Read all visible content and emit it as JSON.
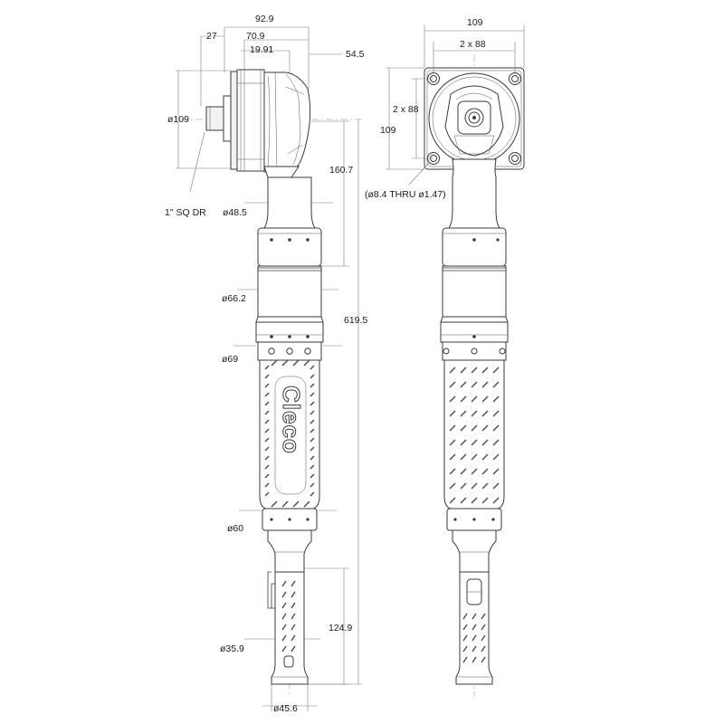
{
  "side_view": {
    "dim_92_9": "92.9",
    "dim_27": "27",
    "dim_70_9": "70.9",
    "dim_19_91": "19.91",
    "dim_54_5": "54.5",
    "dim_d109": "ø109",
    "drive_label": "1\" SQ DR",
    "dim_d48_5": "ø48.5",
    "dim_160_7": "160.7",
    "dim_d66_2": "ø66.2",
    "dim_619_5": "619.5",
    "dim_d69": "ø69",
    "dim_d60": "ø60",
    "dim_124_9": "124.9",
    "dim_d35_9": "ø35.9",
    "dim_d45_6": "ø45.6",
    "logo_text": "Cleco"
  },
  "front_view": {
    "dim_109_top": "109",
    "dim_2x88_h": "2 x 88",
    "dim_2x88_v": "2 x 88",
    "dim_109_side": "109",
    "hole_note": "(ø8.4 THRU ø1.47)"
  }
}
